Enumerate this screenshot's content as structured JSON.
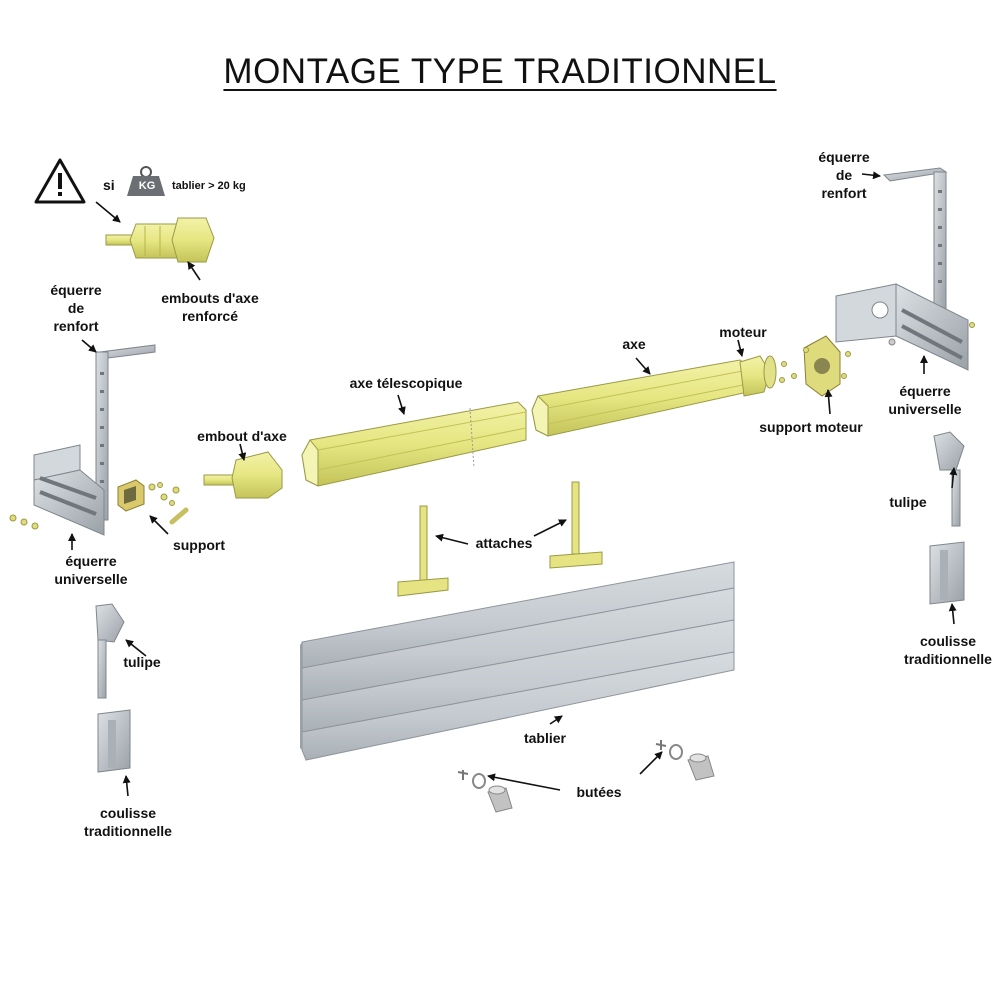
{
  "title": "MONTAGE TYPE TRADITIONNEL",
  "warning": {
    "icon": "warning-triangle-icon",
    "si": "si",
    "kg_badge": "KG",
    "condition": "tablier > 20 kg"
  },
  "labels": {
    "embouts_renforce": [
      "embouts d'axe",
      "renforcé"
    ],
    "equerre_renfort_left": [
      "équerre",
      "de",
      "renfort"
    ],
    "equerre_renfort_right": [
      "équerre",
      "de",
      "renfort"
    ],
    "axe_telescopique": "axe télescopique",
    "axe": "axe",
    "moteur": "moteur",
    "support_moteur": "support moteur",
    "embout_axe": "embout d'axe",
    "support": "support",
    "equerre_universelle_left": [
      "équerre",
      "universelle"
    ],
    "equerre_universelle_right": [
      "équerre",
      "universelle"
    ],
    "attaches": "attaches",
    "tulipe_left": "tulipe",
    "tulipe_right": "tulipe",
    "coulisse_left": [
      "coulisse",
      "traditionnelle"
    ],
    "coulisse_right": [
      "coulisse",
      "traditionnelle"
    ],
    "tablier": "tablier",
    "butees": "butées"
  },
  "colors": {
    "yellow_fill": "#e9e98a",
    "yellow_dark": "#b9b84e",
    "metal_fill": "#c3c8cd",
    "metal_dark": "#8f959b",
    "tablier_fill": "#c7cdd2",
    "tablier_dark": "#a3aab0"
  }
}
